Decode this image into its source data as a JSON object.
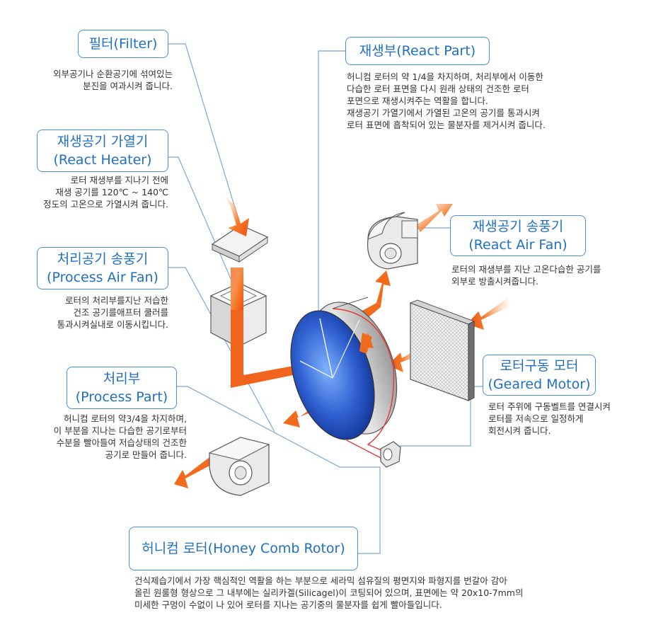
{
  "colors": {
    "label_border": "#4a90d9",
    "label_text": "#1f6fc4",
    "body_text": "#333333",
    "connector": "#7aa8d8",
    "arrow": "#f26b1d",
    "rotor_blue": "#2f5fd0",
    "belt": "#e53935"
  },
  "filter": {
    "title": "필터(Filter)",
    "desc": [
      "외부공기나 순환공기에 섞여있는",
      "분진을 여과시켜 줍니다."
    ]
  },
  "react_heater": {
    "title_ko": "재생공기 가열기",
    "title_en": "(React Heater)",
    "desc": [
      "로터 재생부를 지나기 전에",
      "재생 공기를 120℃ ~ 140℃",
      "정도의 고온으로 가열시켜 줍니다."
    ]
  },
  "process_fan": {
    "title_ko": "처리공기 송풍기",
    "title_en": "(Process Air Fan)",
    "desc": [
      "로터의 처리부를지난 저습한",
      "건조 공기를애프터 쿨러를",
      "통과시켜실내로 이동시킵니다."
    ]
  },
  "process_part": {
    "title_ko": "처리부",
    "title_en": "(Process Part)",
    "desc": [
      "허니컴 로터의 약3/4을 차지하며,",
      "이 부분을 지나는 다습한 공기로부터",
      "수분을 빨아들여 저습상태의 건조한",
      "공기로 만들어 줍니다."
    ]
  },
  "react_part": {
    "title": "재생부(React Part)",
    "desc": [
      "허니컴 로터의 약 1/4을 차지하며, 처리부에서 이동한",
      "다습한 로터 표면을 다시 원래 상태의 건조한 로터",
      "포면으로 재생시켜주는 역활을 합니다.",
      "재생공기 가열기에서 가열된 고온의 공기를 통과시켜",
      "로터 표면에 흡착되어 있는 물분자를 제거시켜 줍니다."
    ]
  },
  "react_fan": {
    "title_ko": "재생공기 송풍기",
    "title_en": "(React Air Fan)",
    "desc": [
      "로터의 재생부를 지난 고온다습한 공기를",
      "외부로 방출시켜줍니다."
    ]
  },
  "motor": {
    "title_ko": "로터구동 모터",
    "title_en": "(Geared Motor)",
    "desc": [
      "로터 주위에 구동벨트를 연결시켜",
      "로터를 저속으로 일정하게",
      "회전시켜 줍니다."
    ]
  },
  "rotor": {
    "title": "허니컴 로터(Honey Comb Rotor)",
    "desc": [
      "건식제습기에서 가장 핵심적인 역활을 하는 부분으로 세라믹 섬유질의 평면지와 파형지를 번갈아 감아",
      "올린 원룰형 형상으로 그 내부에는 실리카겔(Silicagel)이 코팅되어 있으며, 표면에는 약 20x10-7mm의",
      "미세한 구멍이 수없이 나 있어 로터를 지나는 공기중의 물분자를 쉽게 빨아들입니다."
    ]
  }
}
